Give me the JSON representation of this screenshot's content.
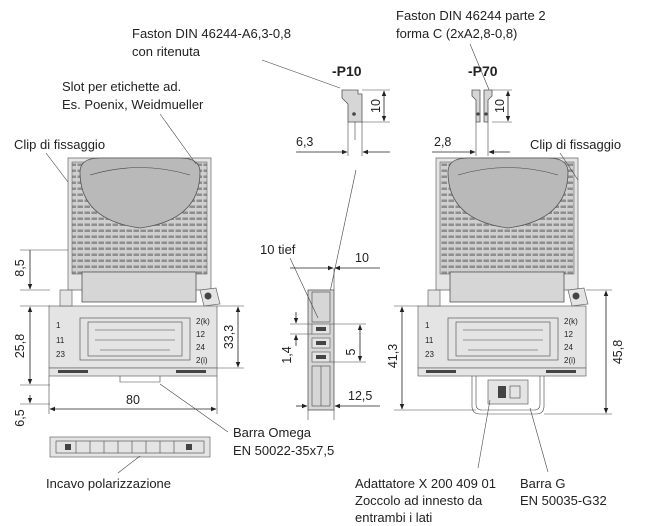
{
  "labels": {
    "faston_a6": "Faston DIN 46244-A6,3-0,8",
    "faston_a6_b": "con ritenuta",
    "faston_p2": "Faston DIN 46244 parte 2",
    "faston_p2_b": "forma C (2xA2,8-0,8)",
    "slot": "Slot per etichette ad.",
    "slot_b": "Es. Poenix, Weidmueller",
    "clip_left": "Clip di fissaggio",
    "clip_right": "Clip di fissaggio",
    "p10": "-P10",
    "p70": "-P70",
    "tief": "10 tief",
    "barra_omega": "Barra Omega",
    "barra_omega_b": "EN 50022-35x7,5",
    "incavo": "Incavo polarizzazione",
    "adattatore": "Adattatore X 200 409 01",
    "adattatore_b": "Zoccolo ad innesto da",
    "adattatore_c": "entrambi i lati",
    "barra_g": "Barra G",
    "barra_g_b": "EN 50035-G32"
  },
  "dimensions": {
    "d_6_3": "6,3",
    "d_10_p10": "10",
    "d_2_8": "2,8",
    "d_10_p70": "10",
    "d_8_5": "8,5",
    "d_25_8": "25,8",
    "d_6_5": "6,5",
    "d_80": "80",
    "d_33_3": "33,3",
    "d_10_side": "10",
    "d_1_4": "1,4",
    "d_5": "5",
    "d_12_5": "12,5",
    "d_41_3": "41,3",
    "d_45_8": "45,8"
  },
  "terminals_left": {
    "left": [
      "1",
      "11",
      "23"
    ],
    "right": [
      "2(k)",
      "12",
      "24",
      "2(i)"
    ]
  },
  "terminals_right": {
    "left": [
      "1",
      "11",
      "23"
    ],
    "right": [
      "2(k)",
      "12",
      "24",
      "2(i)"
    ]
  }
}
